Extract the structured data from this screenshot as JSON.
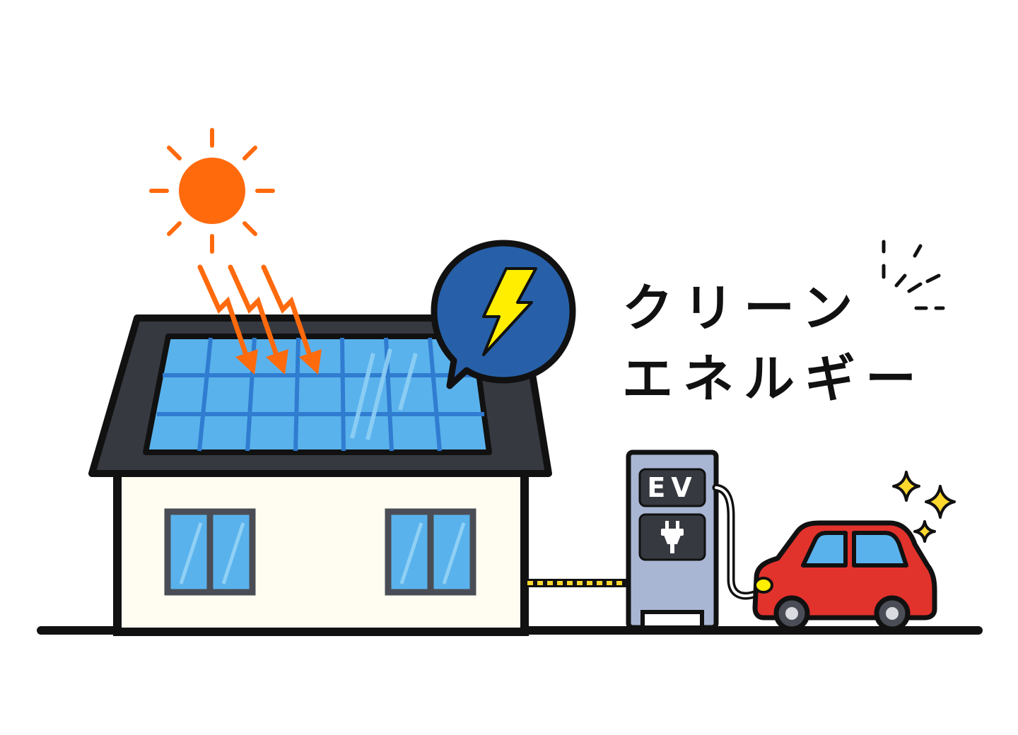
{
  "headline": {
    "line1": "クリーン",
    "line2": "エネルギー"
  },
  "charger": {
    "label": "EV"
  },
  "colors": {
    "sun": "#ff6a0d",
    "panel": "#5ab2ec",
    "roof": "#363940",
    "wall": "#fffdf1",
    "bubble": "#2760a8",
    "bolt": "#ffee00",
    "charger_body": "#a9b6d3",
    "car": "#e2322c",
    "sparkle": "#ffd82d",
    "outline": "#111111"
  },
  "icons": {
    "sun": "sun-icon",
    "bolt": "lightning-bolt-icon",
    "plug": "plug-icon",
    "car": "car-icon",
    "sparkles": "sparkle-icon"
  }
}
